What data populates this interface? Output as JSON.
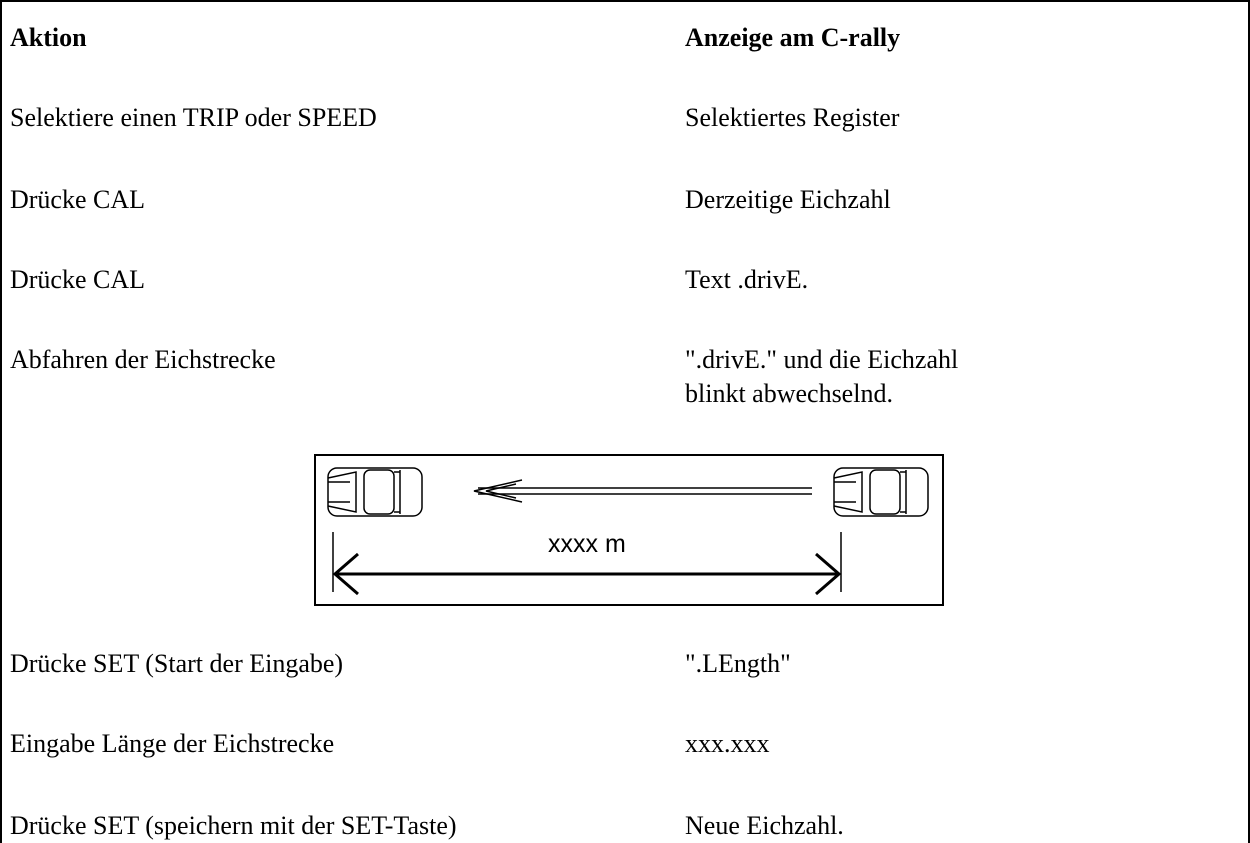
{
  "header": {
    "action": "Aktion",
    "display": "Anzeige am C-rally"
  },
  "rows": [
    {
      "action": "Selektiere einen TRIP oder SPEED",
      "display": "Selektiertes Register"
    },
    {
      "action": "Drücke CAL",
      "display": "Derzeitige Eichzahl"
    },
    {
      "action": "Drücke CAL",
      "display": "Text .drivE."
    },
    {
      "action": "Abfahren der Eichstrecke",
      "display_line1": "\".drivE.\" und die Eichzahl",
      "display_line2": "blinkt abwechselnd."
    },
    {
      "action": "Drücke SET (Start der Eingabe)",
      "display": "\".LEngth\""
    },
    {
      "action": "Eingabe Länge der Eichstrecke",
      "display": "xxx.xxx"
    },
    {
      "action": "Drücke SET (speichern mit der SET-Taste)",
      "display": "Neue Eichzahl."
    }
  ],
  "diagram": {
    "distance_label": "xxxx m",
    "icons": [
      "car-left-icon",
      "car-right-icon",
      "direction-arrow-icon",
      "distance-arrow-icon"
    ]
  }
}
